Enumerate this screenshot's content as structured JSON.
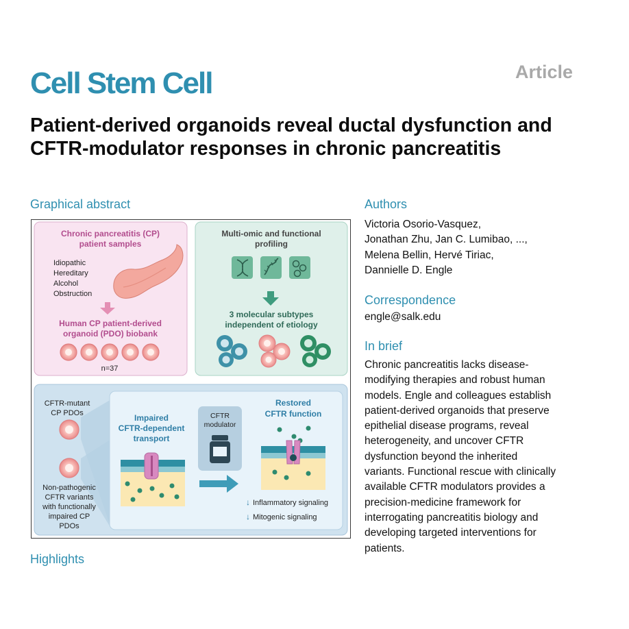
{
  "header": {
    "journal": "Cell Stem Cell",
    "article_type": "Article",
    "title": "Patient-derived organoids reveal ductal dysfunction and CFTR-modulator responses in chronic pancreatitis"
  },
  "sections": {
    "graphical_abstract": "Graphical abstract",
    "authors": "Authors",
    "correspondence": "Correspondence",
    "in_brief": "In brief",
    "highlights": "Highlights"
  },
  "authors_text": "Victoria Osorio-Vasquez, Jonathan Zhu, Jan C. Lumibao, ..., Melena Bellin, Hervé Tiriac, Dannielle D. Engle",
  "authors_lines": [
    "Victoria Osorio-Vasquez,",
    "Jonathan Zhu, Jan C. Lumibao, ...,",
    "Melena Bellin, Hervé Tiriac,",
    "Dannielle D. Engle"
  ],
  "correspondence_email": "engle@salk.edu",
  "in_brief_text": "Chronic pancreatitis lacks disease-modifying therapies and robust human models. Engle and colleagues establish patient-derived organoids that preserve epithelial disease programs, reveal heterogeneity, and uncover CFTR dysfunction beyond the inherited variants. Functional rescue with clinically available CFTR modulators provides a precision-medicine framework for interrogating pancreatitis biology and developing targeted interventions for patients.",
  "in_brief_lines": [
    "Chronic pancreatitis lacks disease-",
    "modifying therapies and robust human",
    "models. Engle and colleagues establish",
    "patient-derived organoids that preserve",
    "epithelial disease programs, reveal",
    "heterogeneity, and uncover CFTR",
    "dysfunction beyond the inherited",
    "variants. Functional rescue with clinically",
    "available CFTR modulators provides a",
    "precision-medicine framework for",
    "interrogating pancreatitis biology and",
    "developing targeted interventions for",
    "patients."
  ],
  "graphical_abstract": {
    "panel_cp": {
      "title_lines": [
        "Chronic pancreatitis (CP)",
        "patient samples"
      ],
      "etiologies": [
        "Idiopathic",
        "Hereditary",
        "Alcohol",
        "Obstruction"
      ],
      "biobank_lines": [
        "Human CP patient-derived",
        "organoid (PDO) biobank"
      ],
      "count": "n=37"
    },
    "panel_omics": {
      "title_lines": [
        "Multi-omic and functional",
        "profiling"
      ],
      "icons": [
        "dna-icon",
        "rna-icon",
        "chromatin-icon"
      ],
      "result_lines": [
        "3 molecular subtypes",
        "independent of etiology"
      ]
    },
    "panel_cftr": {
      "mutant_lines": [
        "CFTR-mutant",
        "CP PDOs"
      ],
      "nonpath_lines": [
        "Non-pathogenic",
        "CFTR variants",
        "with functionally",
        "impaired CP",
        "PDOs"
      ],
      "impaired_lines": [
        "Impaired",
        "CFTR-dependent",
        "transport"
      ],
      "modulator_lines": [
        "CFTR",
        "modulator"
      ],
      "restored_lines": [
        "Restored",
        "CFTR function"
      ],
      "effects": [
        "Inflammatory signaling",
        "Mitogenic signaling"
      ],
      "effect_arrow": "↓"
    },
    "colors": {
      "pink_panel": "#f9e4f1",
      "pink_text": "#b24d8e",
      "green_panel": "#dff0ea",
      "teal_text": "#2f8c72",
      "blue_panel": "#cfe2ef",
      "salmon_organoid": "#ef9d9d",
      "teal_organoid": "#3e91a8",
      "green_organoid": "#2f8f64",
      "channel_pink": "#d889c0"
    }
  }
}
